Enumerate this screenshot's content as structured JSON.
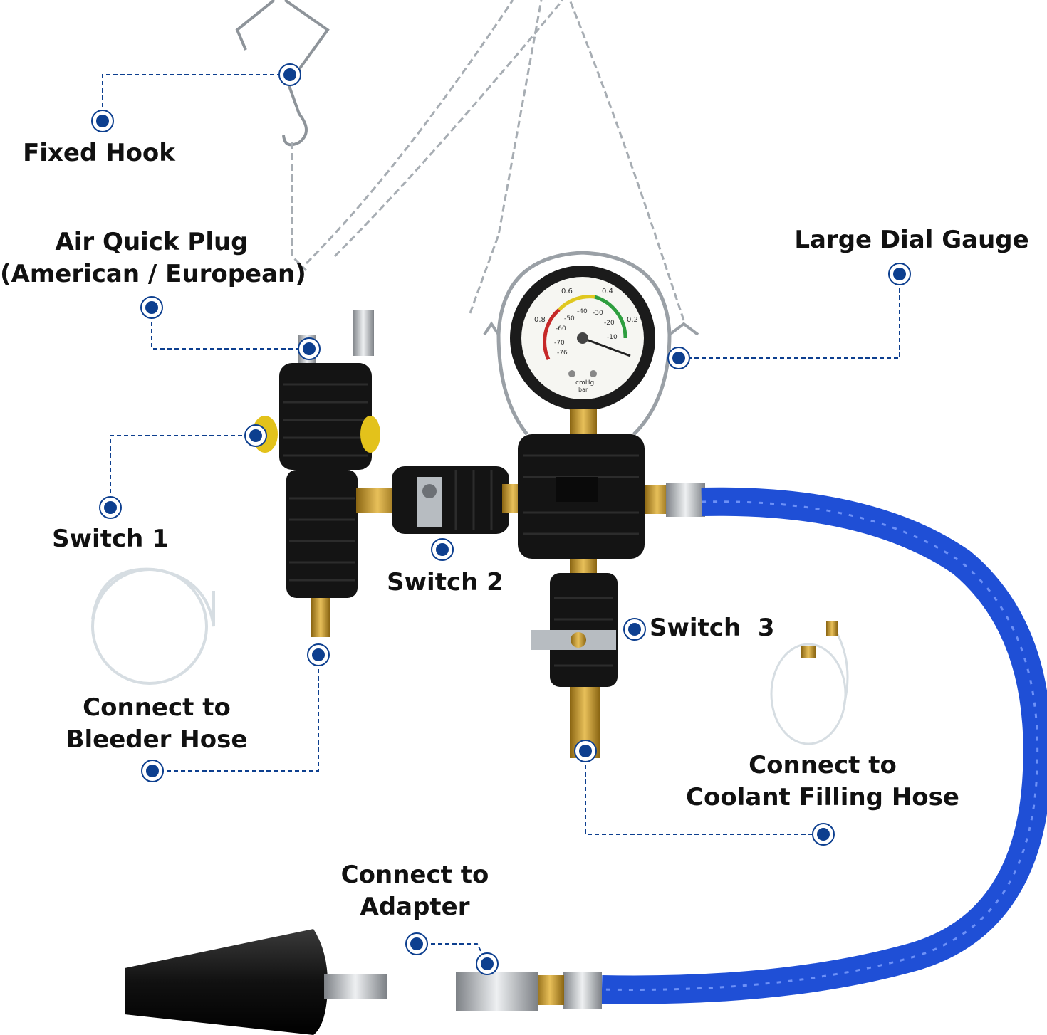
{
  "labels": {
    "fixed_hook": "Fixed Hook",
    "air_quick_plug_1": "Air Quick Plug",
    "air_quick_plug_2": "(American / European)",
    "large_dial_gauge": "Large Dial Gauge",
    "switch_1": "Switch 1",
    "switch_2": "Switch 2",
    "switch_3": "Switch  3",
    "bleeder_1": "Connect to",
    "bleeder_2": "Bleeder Hose",
    "coolant_1": "Connect to",
    "coolant_2": "Coolant Filling Hose",
    "adapter_1": "Connect to",
    "adapter_2": "Adapter"
  },
  "gauge": {
    "outer_ticks": [
      "0.6",
      "0.4",
      "0.8",
      "0.2"
    ],
    "inner_ticks": [
      "-50",
      "-40",
      "-30",
      "-20",
      "-10",
      "-60",
      "-70",
      "-76"
    ],
    "units": [
      "cmHg",
      "bar"
    ]
  },
  "colors": {
    "callout_blue": "#0d3f8f",
    "hose_blue": "#1f4fd6",
    "brass": "#c99a2c",
    "body_black": "#141414",
    "label_text": "#111111"
  }
}
